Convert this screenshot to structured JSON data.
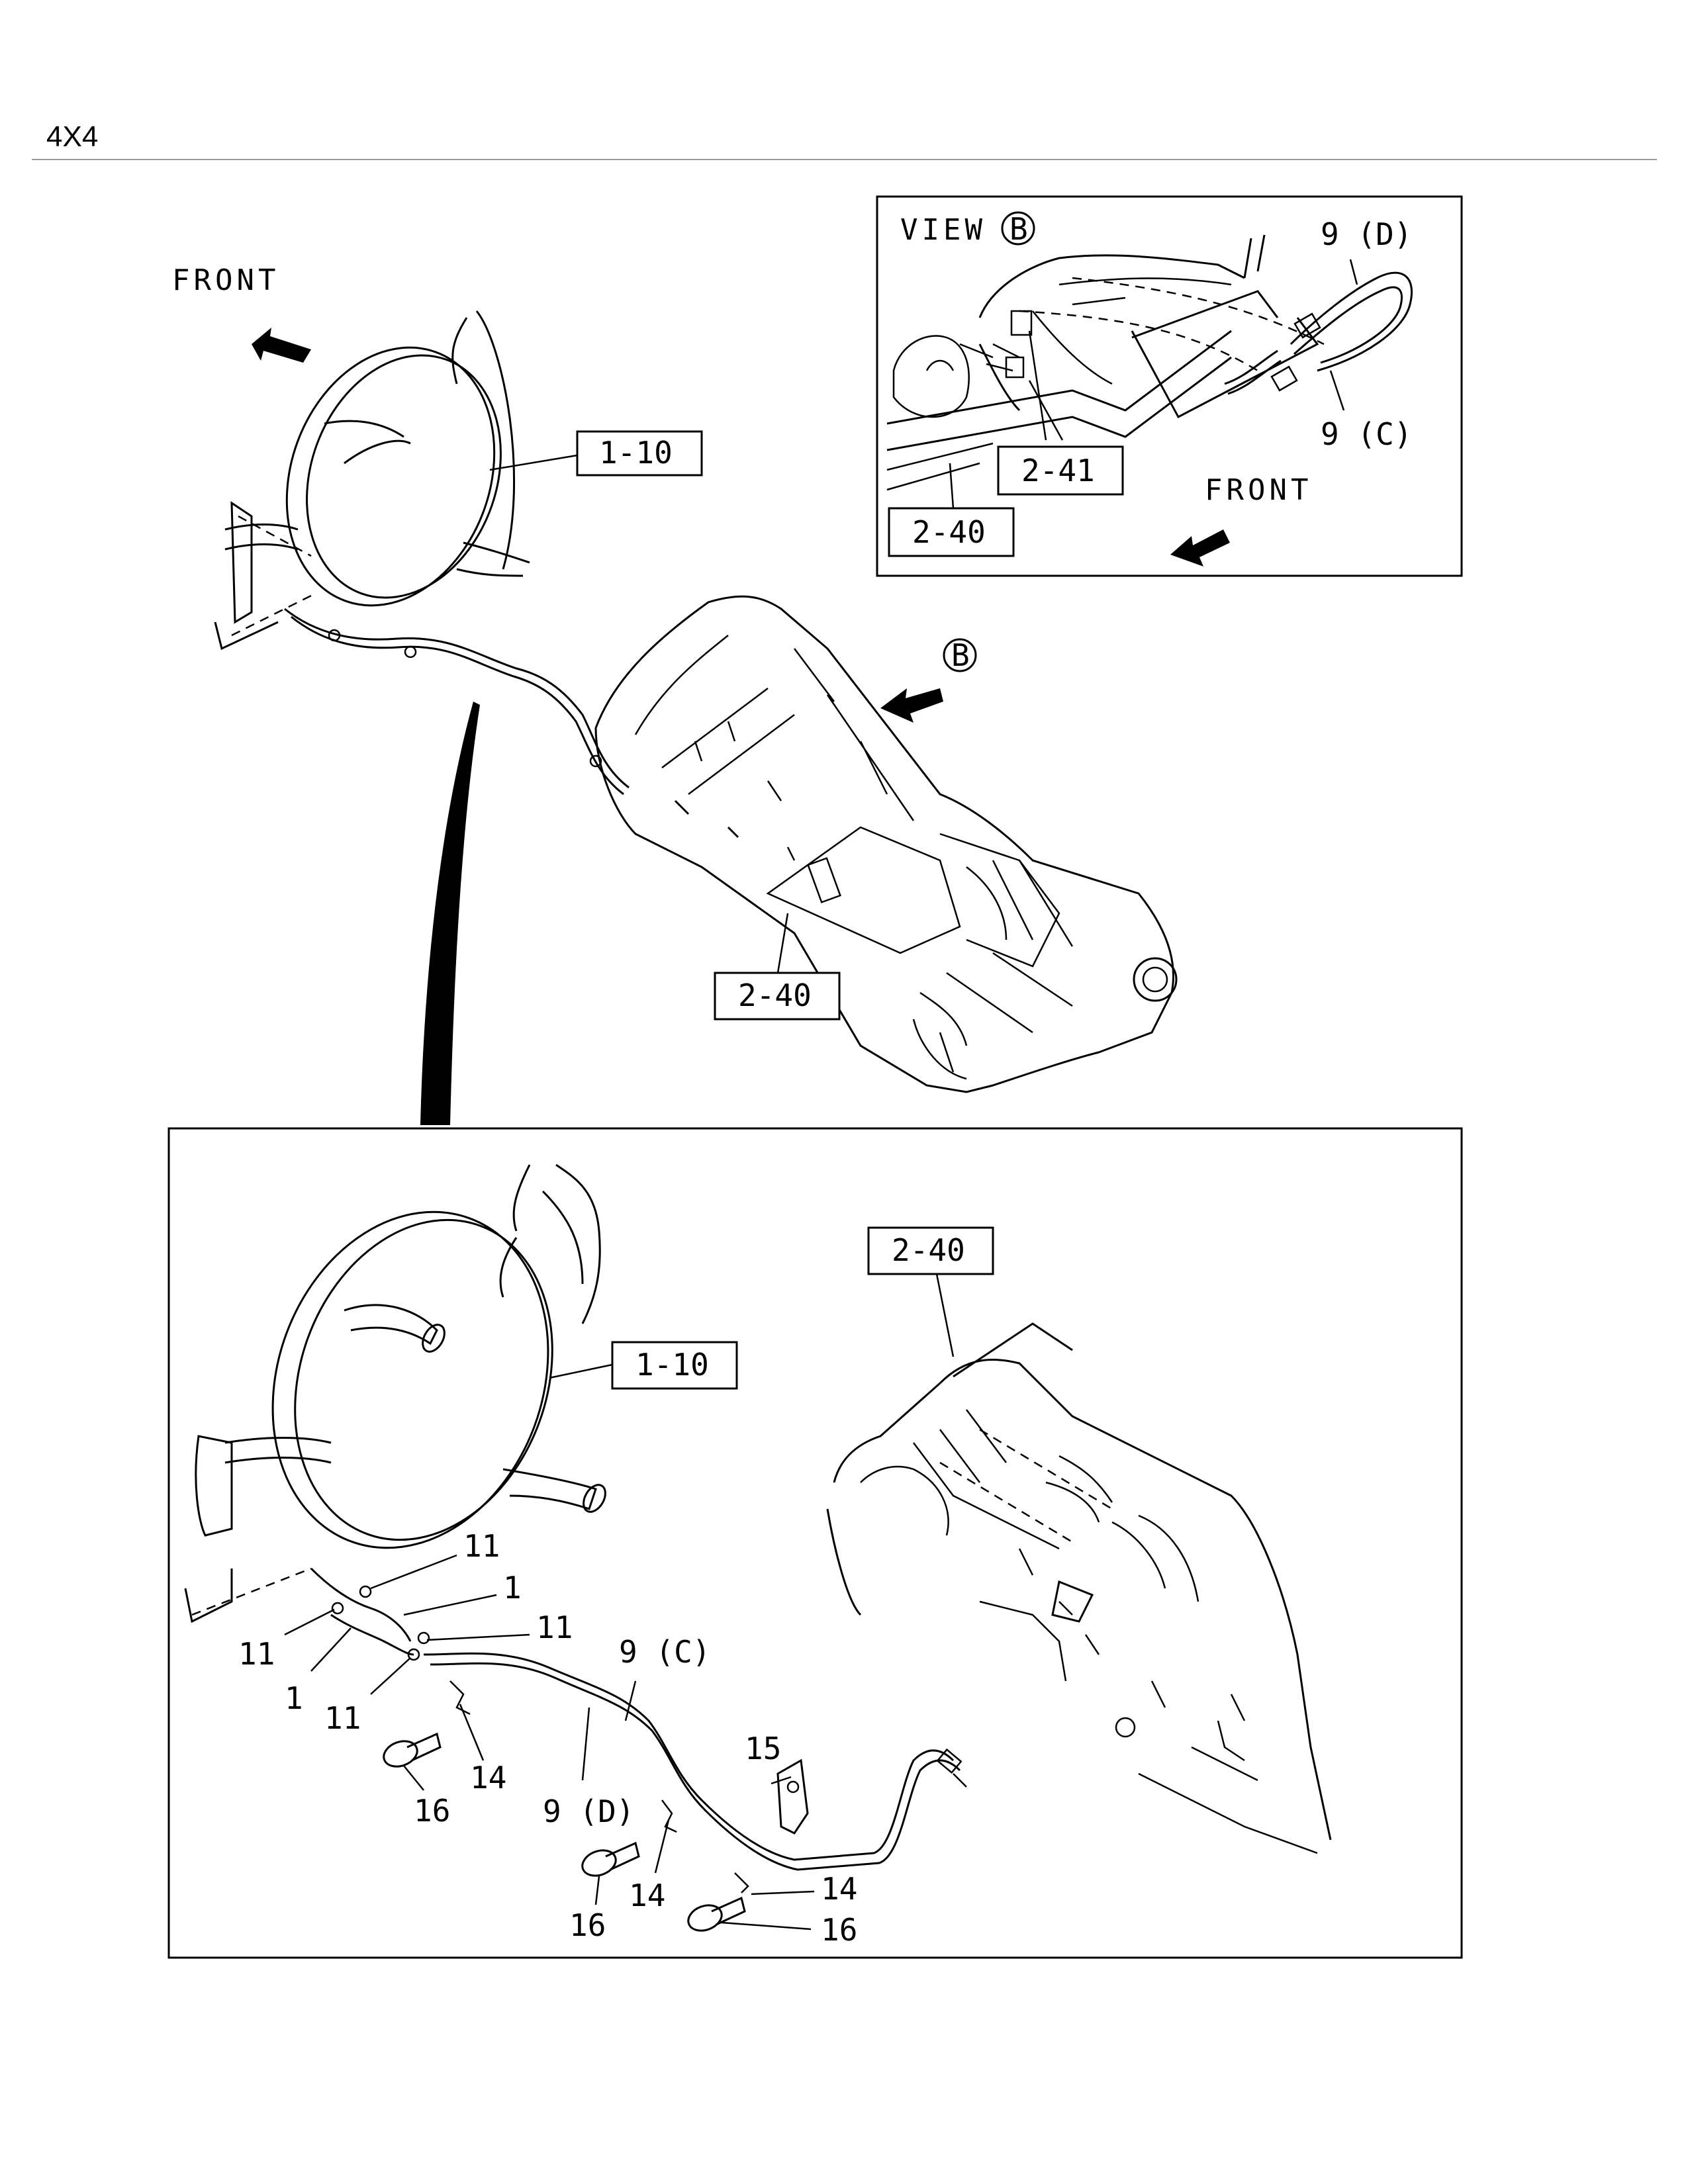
{
  "header": {
    "title": "4X4"
  },
  "top_view": {
    "front_label": "FRONT",
    "view_marker": "B",
    "callouts": {
      "fan_shroud": "1-10",
      "transmission": "2-40"
    }
  },
  "view_b": {
    "title_prefix": "VIEW",
    "title_marker": "B",
    "front_label": "FRONT",
    "callouts": {
      "pipe_d": "9 (D)",
      "pipe_c": "9 (C)",
      "bracket": "2-41",
      "transmission": "2-40"
    }
  },
  "detail_view": {
    "callouts": {
      "transmission": "2-40",
      "fan_shroud": "1-10",
      "clip_a": "11",
      "hose_a": "1",
      "clip_b": "11",
      "clip_c": "11",
      "hose_b": "1",
      "clip_d": "11",
      "pipe_c": "9 (C)",
      "bracket_15": "15",
      "clamp_a": "14",
      "bolt_a": "16",
      "pipe_d": "9 (D)",
      "clamp_b": "14",
      "clamp_c": "14",
      "bolt_b": "16",
      "bolt_c": "16"
    }
  }
}
